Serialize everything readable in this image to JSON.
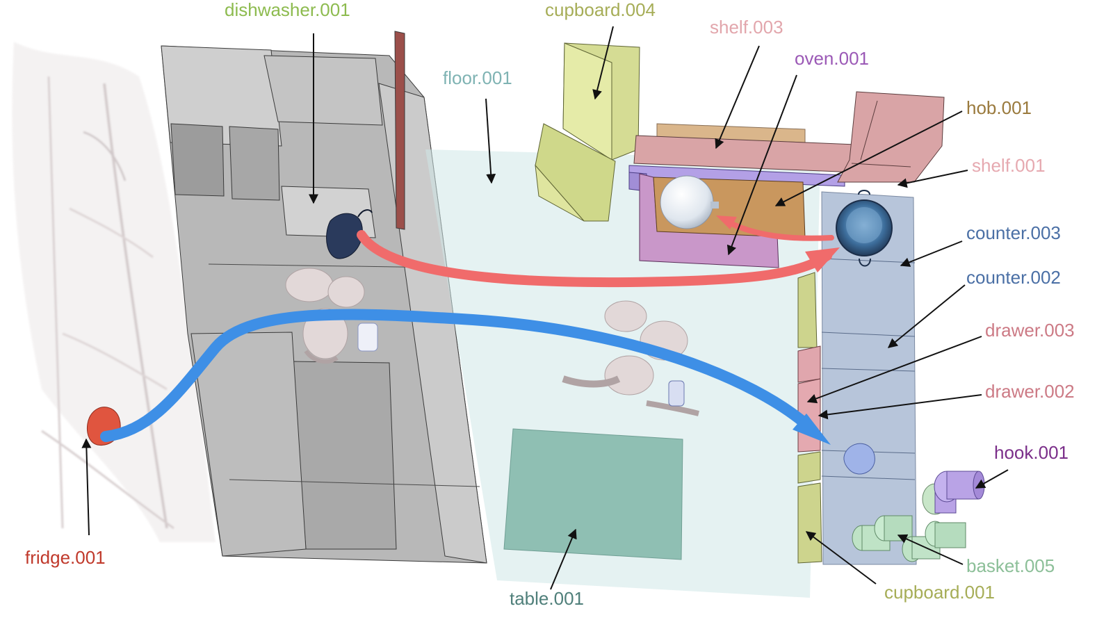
{
  "labels": {
    "dishwasher": "dishwasher.001",
    "cupboard004": "cupboard.004",
    "shelf003": "shelf.003",
    "oven": "oven.001",
    "floor": "floor.001",
    "hob": "hob.001",
    "shelf001": "shelf.001",
    "counter003": "counter.003",
    "counter002": "counter.002",
    "drawer003": "drawer.003",
    "drawer002": "drawer.002",
    "hook": "hook.001",
    "basket": "basket.005",
    "cupboard001": "cupboard.001",
    "table": "table.001",
    "fridge": "fridge.001"
  },
  "colors": {
    "dishwasher": "#8dbb4f",
    "cupboard004": "#a6ad57",
    "shelf003": "#e2a6ac",
    "oven": "#9b59b6",
    "floor": "#7fb3b3",
    "hob": "#9a7a3d",
    "shelf001": "#e6a9b0",
    "counter003": "#4a6fa5",
    "counter002": "#4a6fa5",
    "drawer003": "#cc7a85",
    "drawer002": "#cc7a85",
    "hook": "#7b2f8a",
    "basket": "#8cbf98",
    "cupboard001": "#a6ad57",
    "table": "#4f7f7a",
    "fridge": "#c0392b",
    "red_trajectory": "#f06b6b",
    "blue_trajectory": "#3e8fe6"
  }
}
